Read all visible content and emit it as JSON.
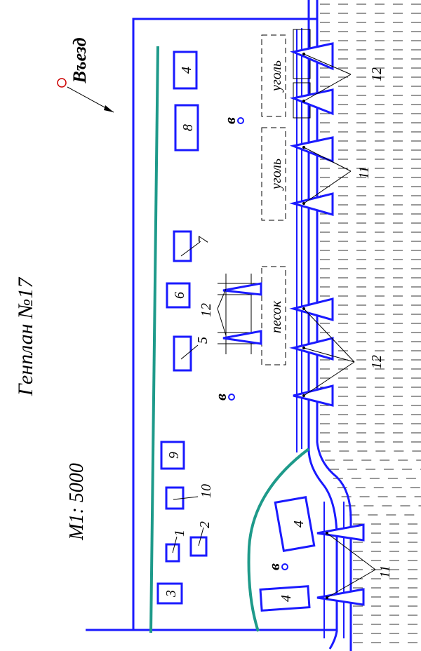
{
  "title": "Генплан №17",
  "scale": "М1: 5000",
  "entrance_label": "Въезд",
  "buildings": {
    "b1": "1",
    "b2": "2",
    "b3": "3",
    "b4a": "4",
    "b4b": "4",
    "b4c": "4",
    "b5": "5",
    "b6": "6",
    "b7": "7",
    "b8": "8",
    "b9": "9",
    "b10": "10"
  },
  "cranes": {
    "c11a": "11",
    "c11b": "11",
    "c12a": "12",
    "c12b": "12",
    "c12c": "12"
  },
  "storage": {
    "coal1": "уголь",
    "coal2": "уголь",
    "sand": "песок"
  },
  "water_sources": {
    "w1": "в",
    "w2": "в",
    "w3": "в"
  },
  "colors": {
    "line": "#1a1aff",
    "green": "#1e9a8a",
    "marker": "#cc0000"
  }
}
